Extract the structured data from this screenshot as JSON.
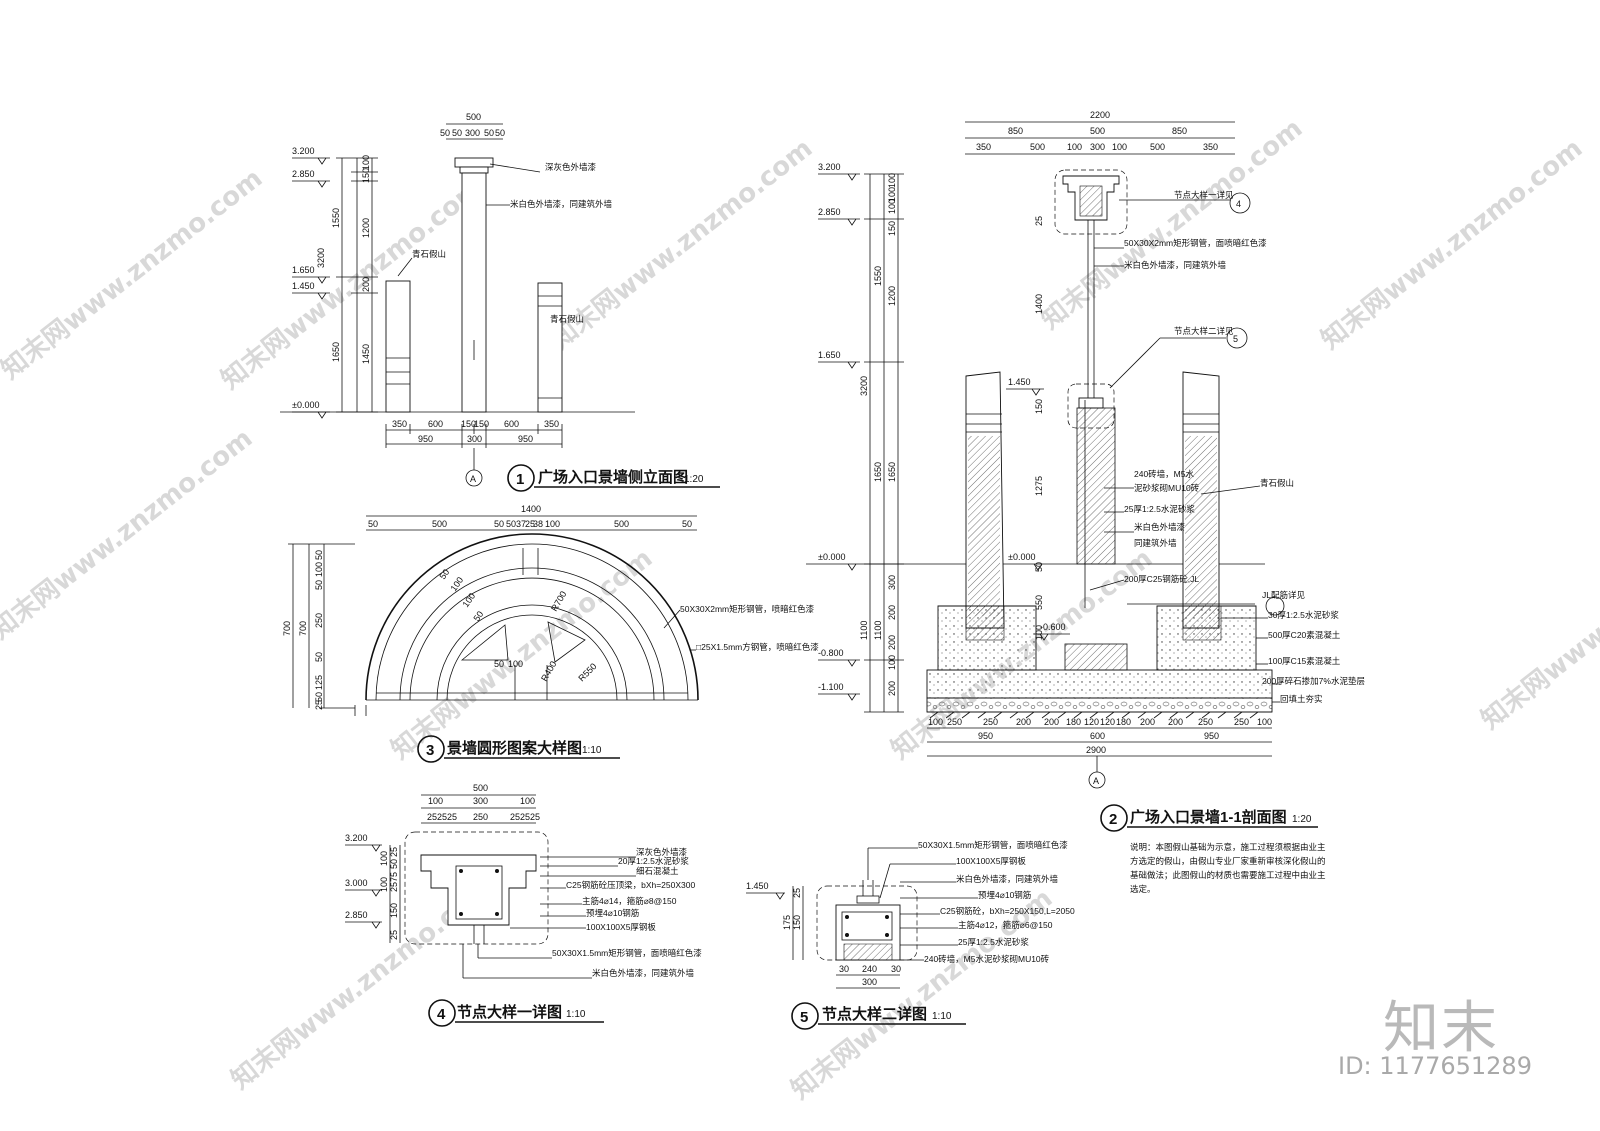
{
  "drawings": {
    "d1": {
      "no": "1",
      "title": "广场入口景墙侧立面图",
      "scale": "1:20",
      "section_mark": "A"
    },
    "d2": {
      "no": "2",
      "title": "广场入口景墙1-1剖面图",
      "scale": "1:20",
      "section_mark": "A"
    },
    "d3": {
      "no": "3",
      "title": "景墙圆形图案大样图",
      "scale": "1:10"
    },
    "d4": {
      "no": "4",
      "title": "节点大样一详图",
      "scale": "1:10"
    },
    "d5": {
      "no": "5",
      "title": "节点大样二详图",
      "scale": "1:10"
    }
  },
  "d1_labels": {
    "top_finish": "深灰色外墙漆",
    "wall_finish": "米白色外墙漆，同建筑外墙",
    "rock_left": "青石假山",
    "rock_right": "青石假山",
    "elev": [
      "3.200",
      "2.850",
      "1.650",
      "1.450",
      "±0.000"
    ],
    "top_dims": [
      "500",
      "50",
      "50",
      "300",
      "50",
      "50"
    ],
    "left_dims": [
      "100",
      "150",
      "1550",
      "1200",
      "3200",
      "200",
      "1650",
      "1450"
    ],
    "bottom_row1": [
      "350",
      "600",
      "150",
      "150",
      "600",
      "350"
    ],
    "bottom_row2": [
      "950",
      "300",
      "950"
    ]
  },
  "d2_labels": {
    "ref4": "节点大样一详见",
    "ref5": "节点大样二详见",
    "ref_jl": "JL配筋详见",
    "pipe": "50X30X2mm矩形钢管，面喷暗红色漆",
    "wall_finish": "米白色外墙漆，同建筑外墙",
    "brick1": "240砖墙，M5水",
    "brick2": "泥砂浆砌MU10砖",
    "mortar": "25厚1:2.5水泥砂浆",
    "paint1": "米白色外墙漆",
    "paint2": "同建筑外墙",
    "beam": "200厚C25钢筋砼,JL",
    "rock": "青石假山",
    "layer1": "30厚1:2.5水泥砂浆",
    "layer2": "500厚C20素混凝土",
    "layer3": "100厚C15素混凝土",
    "layer4": "200厚碎石掺加7%水泥垫层",
    "layer5": "回填土夯实",
    "elev": [
      "3.200",
      "2.850",
      "1.650",
      "1.450",
      "±0.000",
      "±0.000",
      "-0.600",
      "-0.800",
      "-1.100"
    ],
    "top_dims1": [
      "2200"
    ],
    "top_dims2": [
      "850",
      "500",
      "850"
    ],
    "top_dims3": [
      "350",
      "500",
      "100",
      "300",
      "100",
      "500",
      "350"
    ],
    "left_dims": [
      "100",
      "100",
      "100",
      "150",
      "1550",
      "1200",
      "1400",
      "3200",
      "25",
      "150",
      "1650",
      "1650",
      "1275",
      "50",
      "300",
      "550",
      "1100",
      "1100",
      "200",
      "200",
      "100",
      "200",
      "100"
    ],
    "bottom_row1": [
      "100",
      "250",
      "250",
      "200",
      "200",
      "180",
      "120",
      "120",
      "180",
      "200",
      "200",
      "250",
      "250",
      "100"
    ],
    "bottom_row2": [
      "950",
      "600",
      "950"
    ],
    "bottom_row3": [
      "2900"
    ],
    "note": "说明：本图假山基础为示意，施工过程须根据由业主方选定的假山，由假山专业厂家重新审核深化假山的基础做法；此图假山的材质也需要施工过程中由业主选定。"
  },
  "d3_labels": {
    "pipe": "50X30X2mm矩形钢管，喷暗红色漆",
    "square": "□25X1.5mm方钢管，喷暗红色漆",
    "top_dims1": [
      "1400"
    ],
    "top_dims2": [
      "50",
      "500",
      "50",
      "50",
      "37",
      "25",
      "38",
      "100",
      "500",
      "50"
    ],
    "left_dims": [
      "700",
      "700",
      "50",
      "100",
      "50",
      "250",
      "50",
      "125",
      "50",
      "25"
    ],
    "radii": [
      "R700",
      "R550",
      "R400"
    ],
    "inner": [
      "50",
      "100",
      "100",
      "50",
      "50",
      "100"
    ]
  },
  "d4_labels": {
    "l1": "深灰色外墙漆",
    "l2": "20厚1:2.5水泥砂浆",
    "l3": "细石混凝土",
    "l4": "C25钢筋砼压顶梁，bXh=250X300",
    "l5": "主筋4⌀14，箍筋⌀8@150",
    "l6": "预埋4⌀10钢筋",
    "l7": "100X100X5厚钢板",
    "l8": "50X30X1.5mm矩形钢管，面喷暗红色漆",
    "l9": "米白色外墙漆，同建筑外墙",
    "elev": [
      "3.200",
      "3.000",
      "2.850"
    ],
    "top_dims": [
      "500",
      "100",
      "300",
      "100",
      "25",
      "25",
      "25",
      "250",
      "25",
      "25",
      "25"
    ],
    "left_dims": [
      "100",
      "100",
      "25",
      "50",
      "75",
      "25",
      "150",
      "25"
    ]
  },
  "d5_labels": {
    "l1": "50X30X1.5mm矩形钢管，面喷暗红色漆",
    "l2": "100X100X5厚钢板",
    "l3": "米白色外墙漆，同建筑外墙",
    "l4": "预埋4⌀10钢筋",
    "l5": "C25钢筋砼，bXh=250X150,L=2050",
    "l6": "主筋4⌀12，箍筋⌀6@150",
    "l7": "25厚1:2.5水泥砂浆",
    "l8": "240砖墙，M5水泥砂浆砌MU10砖",
    "elev": [
      "1.450"
    ],
    "left_dims": [
      "25",
      "175",
      "150"
    ],
    "bottom_dims1": [
      "30",
      "240",
      "30"
    ],
    "bottom_dims2": [
      "300"
    ]
  },
  "watermark": {
    "text": "知末网www.znzmo.com",
    "logo": "知末",
    "id": "ID: 1177651289"
  }
}
